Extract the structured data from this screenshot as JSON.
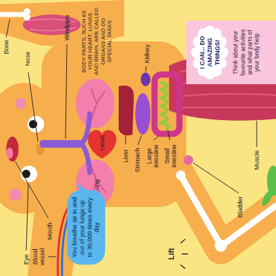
{
  "diagram": {
    "nodes": [
      {
        "text": [
          "You breathe air in and out of your lungs up to 30,000 times every day"
        ]
      },
      {
        "text": [
          "Think about your favourite activities and what parts of your body help"
        ]
      },
      {
        "text": [
          "I CAN... DO AMAZING THINGS!"
        ],
        "in": 1
      }
    ],
    "labels": [
      "Bone",
      "Windpipe",
      "BODY PARTS, SUCH AS YOUR HEART, LUNGS AND BRAIN, ARE CALLED ORGANS AND DO SPECIAL TASKS",
      "Nose",
      "Eye",
      "Mouth",
      "Blood vessel",
      "Heart",
      "Lung",
      "Liver",
      "Stomach",
      "Large intestine",
      "Small intestine",
      "Kidney",
      "Bladder",
      "Muscle",
      "Lift"
    ]
  }
}
